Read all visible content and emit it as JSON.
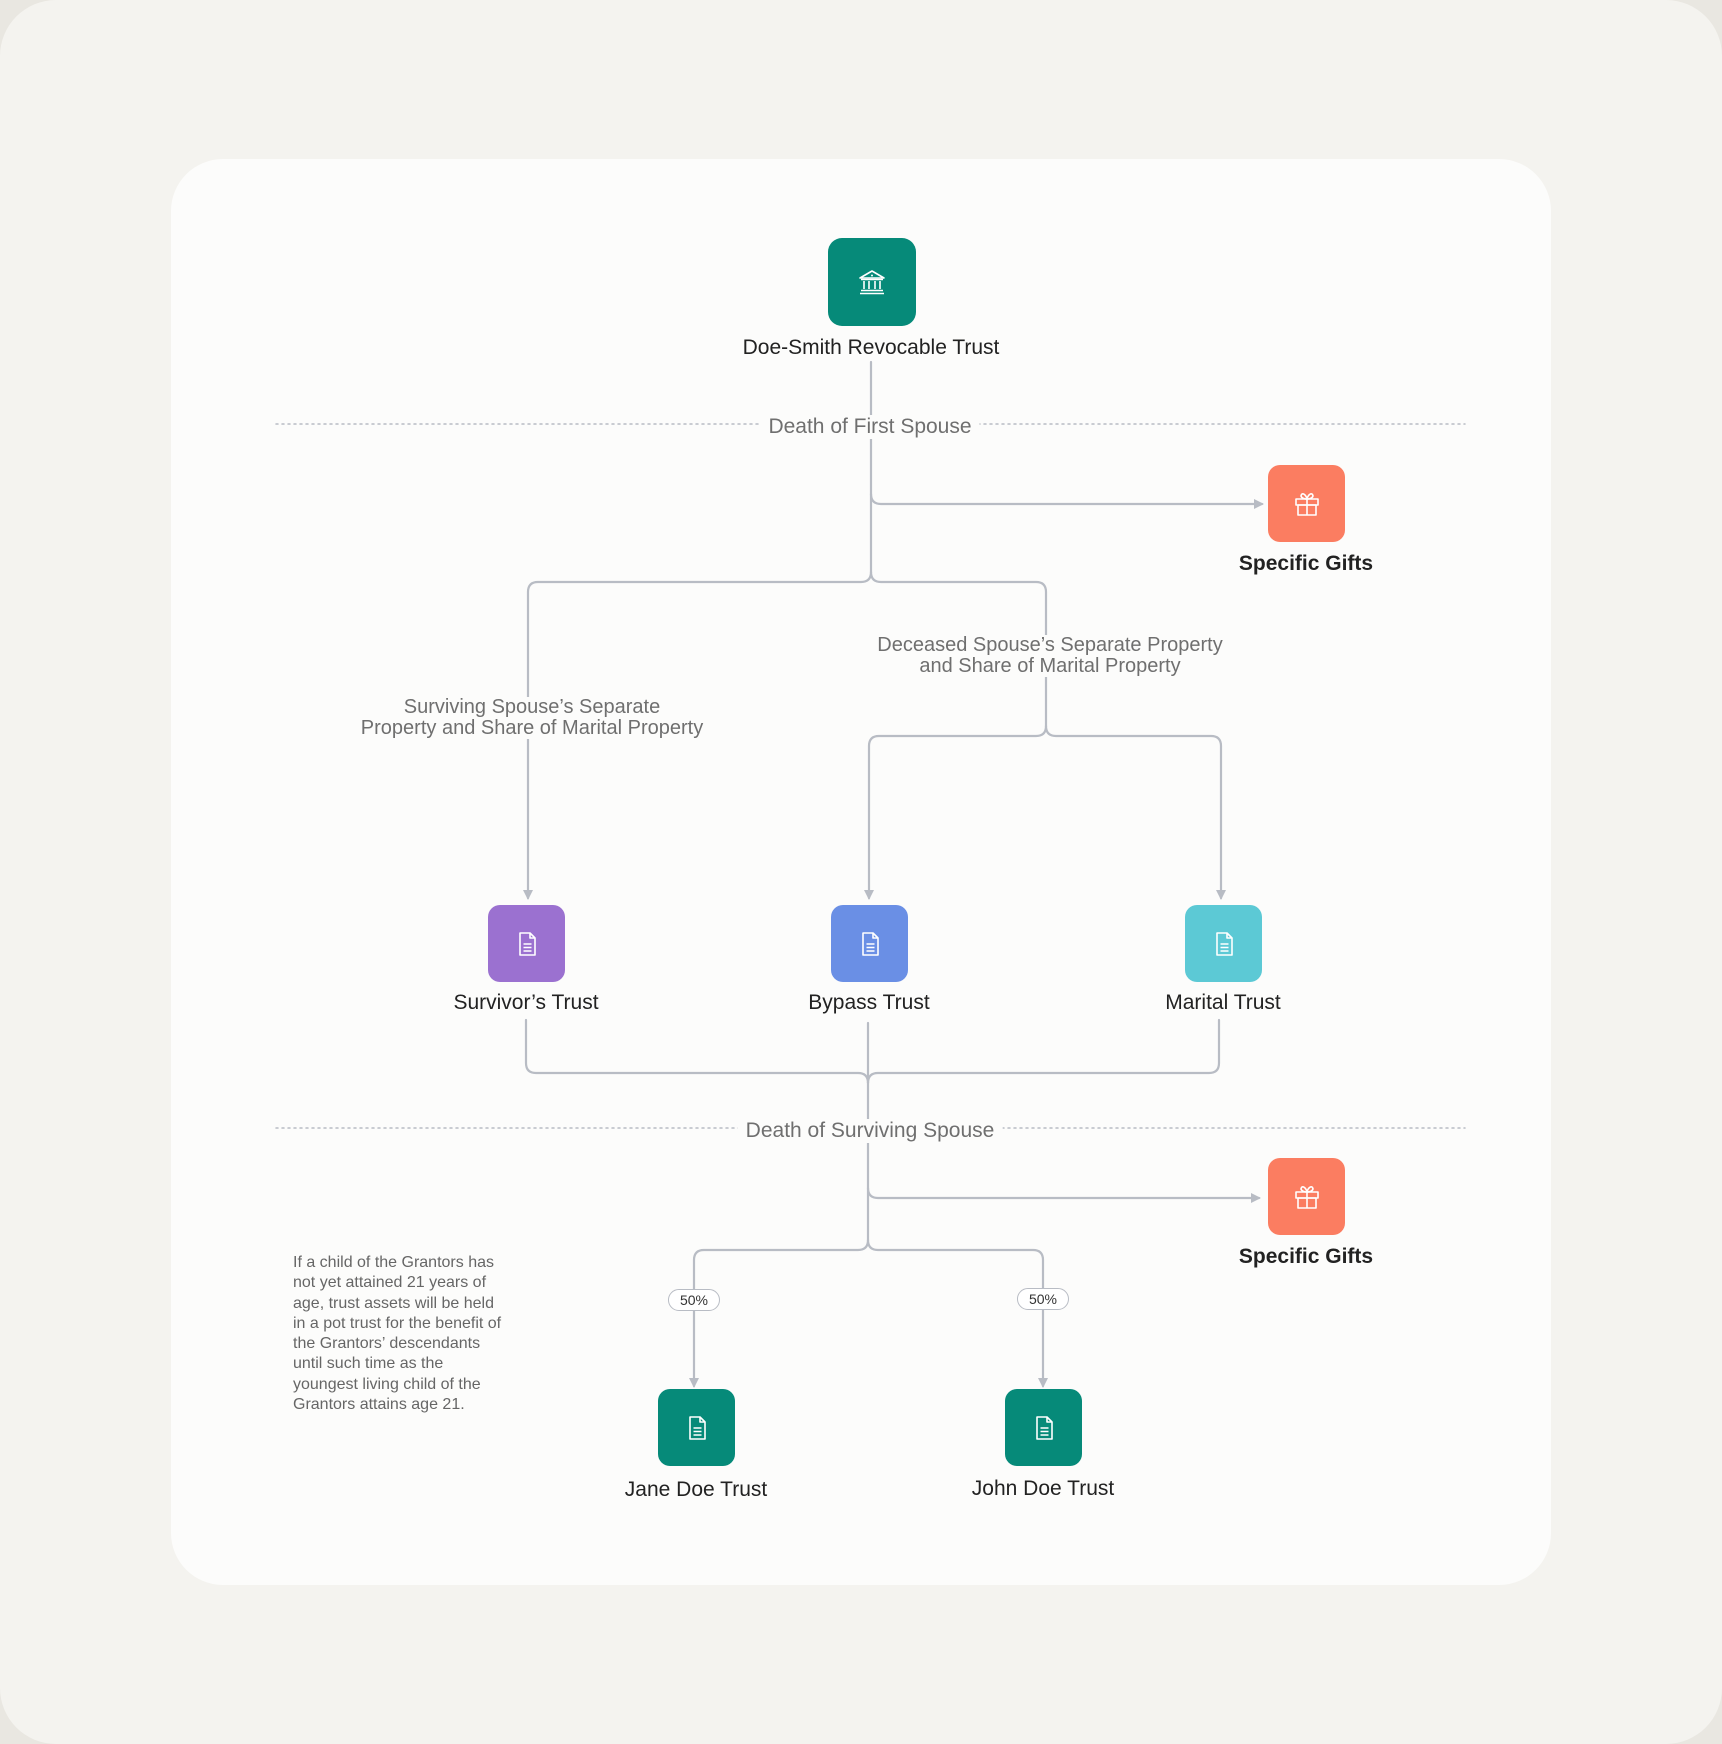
{
  "colors": {
    "teal": "#068a79",
    "coral": "#fb7d61",
    "purple": "#9b71d0",
    "blue": "#6a8fe5",
    "cyan": "#5cc9d5",
    "line": "#b8bcc4"
  },
  "nodes": {
    "root": {
      "label": "Doe-Smith Revocable Trust",
      "icon": "bank-icon"
    },
    "gifts_1": {
      "label": "Specific Gifts",
      "icon": "gift-icon"
    },
    "survivors": {
      "label": "Survivor’s Trust",
      "icon": "document-icon"
    },
    "bypass": {
      "label": "Bypass Trust",
      "icon": "document-icon"
    },
    "marital": {
      "label": "Marital Trust",
      "icon": "document-icon"
    },
    "gifts_2": {
      "label": "Specific Gifts",
      "icon": "gift-icon"
    },
    "jane": {
      "label": "Jane Doe Trust",
      "icon": "document-icon"
    },
    "john": {
      "label": "John Doe Trust",
      "icon": "document-icon"
    }
  },
  "dividers": {
    "first": "Death of First Spouse",
    "second": "Death of Surviving Spouse"
  },
  "branch_labels": {
    "surviving": [
      "Surviving Spouse’s Separate",
      "Property and Share of Marital Property"
    ],
    "deceased": [
      "Deceased Spouse’s Separate Property",
      "and Share of Marital Property"
    ]
  },
  "percentages": {
    "jane": "50%",
    "john": "50%"
  },
  "note": [
    "If a child of the Grantors has",
    "not yet attained 21 years of",
    "age, trust assets will be held",
    "in a pot trust for the benefit of",
    "the Grantors’ descendants",
    "until such time as the",
    "youngest living child of the",
    "Grantors attains age 21."
  ]
}
